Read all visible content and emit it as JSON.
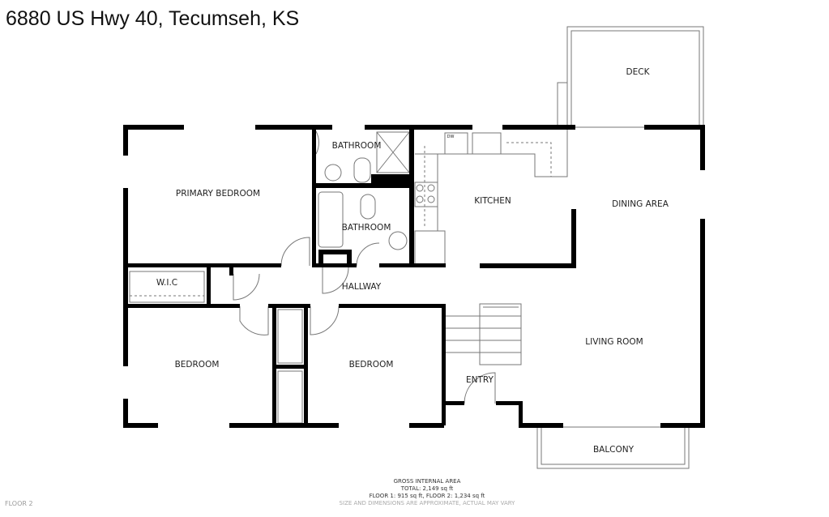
{
  "title": "6880 US Hwy 40, Tecumseh, KS",
  "rooms": {
    "deck": "DECK",
    "bathroom1": "BATHROOM",
    "bathroom2": "BATHROOM",
    "primary_bedroom": "PRIMARY BEDROOM",
    "kitchen": "KITCHEN",
    "dining": "DINING AREA",
    "wic": "W.I.C",
    "hallway": "HALLWAY",
    "bedroom1": "BEDROOM",
    "bedroom2": "BEDROOM",
    "living": "LIVING ROOM",
    "entry": "ENTRY",
    "balcony": "BALCONY",
    "dw": "DW"
  },
  "area": {
    "heading": "GROSS INTERNAL AREA",
    "total": "TOTAL: 2,149 sq ft",
    "floors": "FLOOR 1: 915 sq ft, FLOOR 2: 1,234 sq ft",
    "disclaimer": "SIZE AND DIMENSIONS ARE APPROXIMATE, ACTUAL MAY VARY"
  },
  "floor_label": "FLOOR 2"
}
